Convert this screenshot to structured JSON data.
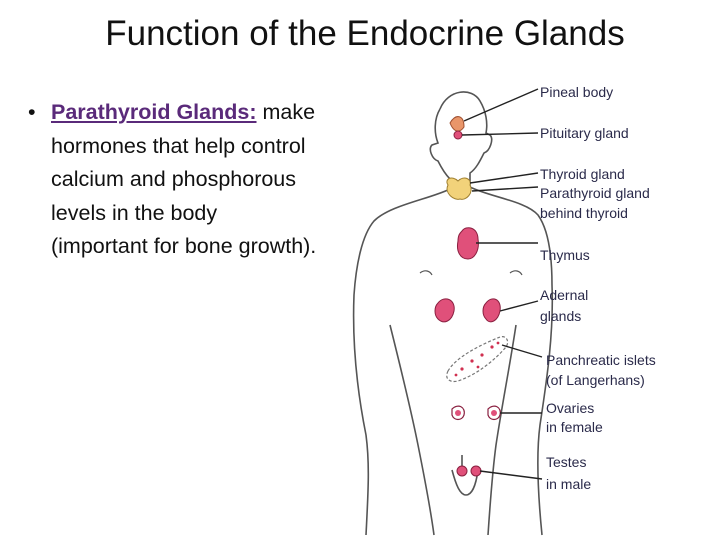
{
  "slide": {
    "title": "Function of the Endocrine Glands",
    "bullet": {
      "term": "Parathyroid Glands:",
      "description": "make hormones that help control calcium and phosphorous levels in the body (important for bone growth)."
    }
  },
  "diagram": {
    "labels": {
      "pineal": "Pineal body",
      "pituitary": "Pituitary gland",
      "thyroid": "Thyroid gland",
      "parathyroid_1": "Parathyroid gland",
      "parathyroid_2": "behind thyroid",
      "thymus": "Thymus",
      "adrenal_1": "Adernal",
      "adrenal_2": "glands",
      "pancreas_1": "Panchreatic islets",
      "pancreas_2": "(of Langerhans)",
      "ovaries_1": "Ovaries",
      "ovaries_2": "in female",
      "testes_1": "Testes",
      "testes_2": "in male"
    },
    "colors": {
      "gland_pink": "#e0507a",
      "thyroid_yellow": "#f2d27a",
      "pineal_orange": "#e9966a",
      "outline": "#555555"
    }
  }
}
